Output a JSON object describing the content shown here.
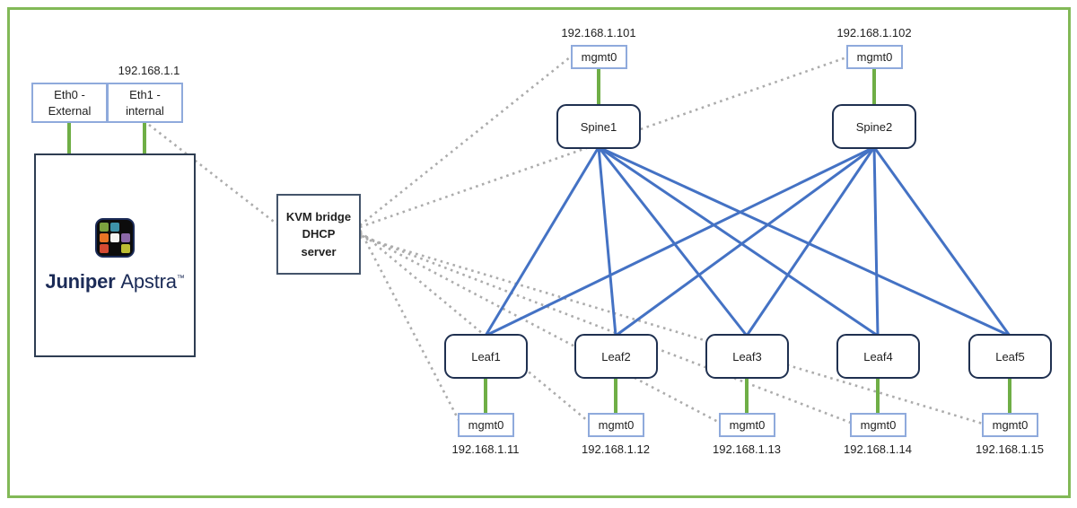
{
  "colors": {
    "frame_green": "#82b957",
    "link_green": "#6fae46",
    "link_blue": "#4472c4",
    "link_gray_dotted": "#acacac",
    "switch_border_navy": "#1f3050",
    "port_border_blue": "#8faadc",
    "brand_navy": "#1b2b57"
  },
  "apstra_server": {
    "brand_bold": "Juniper",
    "brand_regular": "Apstra",
    "trademark": "™",
    "ip": "192.168.1.1",
    "ports": [
      {
        "line1": "Eth0 -",
        "line2": "External"
      },
      {
        "line1": "Eth1 -",
        "line2": "internal"
      }
    ]
  },
  "kvm_server": {
    "line1": "KVM bridge",
    "line2": "DHCP",
    "line3": "server"
  },
  "spines": [
    {
      "name": "Spine1",
      "port": "mgmt0",
      "ip": "192.168.1.101"
    },
    {
      "name": "Spine2",
      "port": "mgmt0",
      "ip": "192.168.1.102"
    }
  ],
  "leaves": [
    {
      "name": "Leaf1",
      "port": "mgmt0",
      "ip": "192.168.1.11"
    },
    {
      "name": "Leaf2",
      "port": "mgmt0",
      "ip": "192.168.1.12"
    },
    {
      "name": "Leaf3",
      "port": "mgmt0",
      "ip": "192.168.1.13"
    },
    {
      "name": "Leaf4",
      "port": "mgmt0",
      "ip": "192.168.1.14"
    },
    {
      "name": "Leaf5",
      "port": "mgmt0",
      "ip": "192.168.1.15"
    }
  ]
}
